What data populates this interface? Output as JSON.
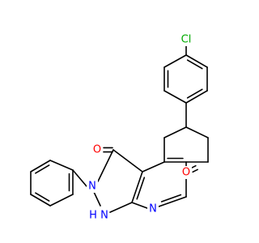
{
  "molecule": {
    "atom_labels": {
      "chlorine": "Cl",
      "carbonyl_oxygen_top": "O",
      "carbonyl_oxygen_right": "O",
      "pyrazole_nitrogen": "N",
      "pyrazole_nh": "N",
      "pyrazole_nh_hydrogen": "H",
      "pyridine_nitrogen": "N"
    },
    "colors": {
      "bond": "#000000",
      "carbon_hetero_default": "#000000",
      "oxygen": "#ff0000",
      "nitrogen": "#0000ff",
      "chlorine": "#00aa00"
    }
  }
}
